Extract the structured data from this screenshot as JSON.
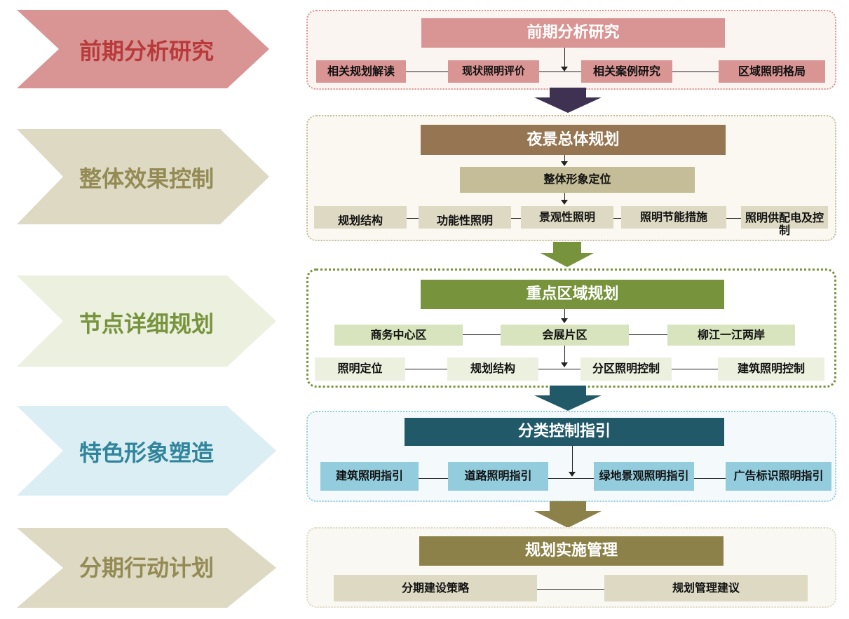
{
  "stages": [
    {
      "label": "前期分析研究",
      "fill": "#d99594",
      "text_color": "#b83a3a"
    },
    {
      "label": "整体效果控制",
      "fill": "#ddd9c3",
      "text_color": "#948a54"
    },
    {
      "label": "节点详细规划",
      "fill": "#ebf1de",
      "text_color": "#77933c"
    },
    {
      "label": "特色形象塑造",
      "fill": "#dbeef4",
      "text_color": "#31859c"
    },
    {
      "label": "分期行动计划",
      "fill": "#ddd9c3",
      "text_color": "#948a54"
    }
  ],
  "section1": {
    "title": "前期分析研究",
    "items": [
      "相关规划解读",
      "现状照明评价",
      "相关案例研究",
      "区域照明格局"
    ],
    "accent": "#d99594"
  },
  "section2": {
    "title": "夜景总体规划",
    "subtitle": "整体形象定位",
    "items": [
      "规划结构",
      "功能性照明",
      "景观性照明",
      "照明节能措施",
      "照明供配电及控制"
    ],
    "accent": "#957552",
    "sub_fill": "#c4bd97",
    "item_fill": "#ddd9c3"
  },
  "section3": {
    "title": "重点区域规划",
    "areas": [
      "商务中心区",
      "会展片区",
      "柳江一江两岸"
    ],
    "items": [
      "照明定位",
      "规划结构",
      "分区照明控制",
      "建筑照明控制"
    ],
    "accent": "#77933c",
    "area_fill": "#d7e4bd",
    "item_fill": "#ebf1de"
  },
  "section4": {
    "title": "分类控制指引",
    "items": [
      "建筑照明指引",
      "道路照明指引",
      "绿地景观照明指引",
      "广告标识照明指引"
    ],
    "accent": "#215968",
    "item_fill": "#93cddd"
  },
  "section5": {
    "title": "规划实施管理",
    "items": [
      "分期建设策略",
      "规划管理建议"
    ],
    "accent": "#8c8249",
    "item_fill": "#ddd9c3"
  },
  "arrows": [
    "#3f3151",
    "#77933c",
    "#215968",
    "#8c8249"
  ]
}
